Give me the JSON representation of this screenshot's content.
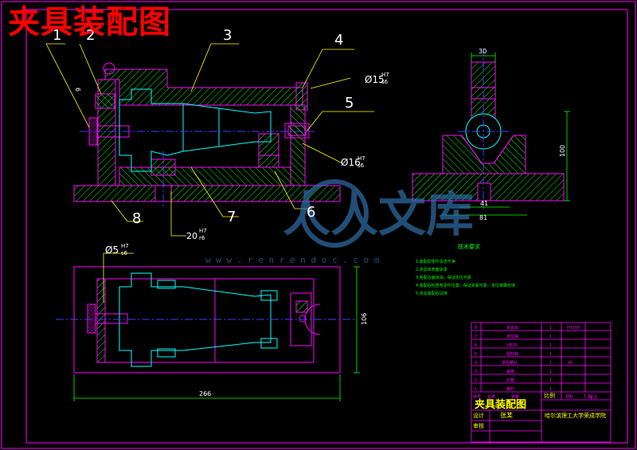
{
  "title": "夹具装配图",
  "balloons": [
    "1",
    "2",
    "3",
    "4",
    "5",
    "6",
    "7",
    "8"
  ],
  "fits": {
    "f15": {
      "dia": "Ø15",
      "upper": "H7",
      "lower": "s6"
    },
    "f16": {
      "dia": "Ø16",
      "upper": "H7",
      "lower": "s6"
    },
    "f20": {
      "dia": "20",
      "upper": "H7",
      "lower": "r6"
    },
    "f5": {
      "dia": "Ø5",
      "upper": "H7",
      "lower": "s6"
    }
  },
  "dims": {
    "d9": "9",
    "d30": "30",
    "d100": "100",
    "d41": "41",
    "d81": "81",
    "d106": "106",
    "d266": "266"
  },
  "watermark": {
    "brand": "人人文库",
    "url": "w w w . r e n r e n d o c . c o m"
  },
  "tech_req": {
    "title": "技术要求",
    "items": [
      "1.装配前零件清洗干净",
      "2.夹具体表面涂漆",
      "3.各配合面涂油，保证定位可靠",
      "4.装配后检查各零件位置，保证夹紧可靠，定位准确无误",
      "5.夹具装配后试用"
    ]
  },
  "title_block": {
    "drawing_name": "夹具装配图",
    "scale_label": "比例",
    "scale_value": "1:1",
    "designer_label": "设计",
    "designer": "张某",
    "checker_label": "审核",
    "school": "哈尔滨理工大学荣成学院",
    "header": [
      "序号",
      "名称",
      "数量",
      "材料",
      "备注"
    ],
    "parts": [
      {
        "no": "8",
        "name": "夹具体",
        "qty": "1",
        "mat": "HT200",
        "note": ""
      },
      {
        "no": "7",
        "name": "定位销",
        "qty": "1",
        "mat": "",
        "note": ""
      },
      {
        "no": "6",
        "name": "V形块",
        "qty": "1",
        "mat": "",
        "note": ""
      },
      {
        "no": "5",
        "name": "圆柱销",
        "qty": "1",
        "mat": "",
        "note": ""
      },
      {
        "no": "4",
        "name": "滚花螺钉",
        "qty": "1",
        "mat": "",
        "note": "45"
      },
      {
        "no": "3",
        "name": "盖板",
        "qty": "1",
        "mat": "",
        "note": ""
      },
      {
        "no": "2",
        "name": "衬套",
        "qty": "1",
        "mat": "",
        "note": ""
      },
      {
        "no": "1",
        "name": "螺钉",
        "qty": "1",
        "mat": "",
        "note": ""
      }
    ]
  },
  "colors": {
    "background": "#000000",
    "border": "#ff00ff",
    "outline": "#ff00ff",
    "hatch": "#00ff00",
    "center": "#4040ff",
    "leader": "#ffff00",
    "inner": "#00ffff",
    "balloon_text": "#ffffff",
    "title": "#ff0000",
    "watermark": "#2e6fa8"
  }
}
